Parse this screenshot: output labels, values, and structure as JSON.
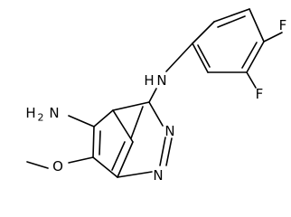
{
  "molecule": {
    "atom_labels": {
      "F_top": "F",
      "F_right": "F",
      "NH_linker_N": "N",
      "NH_linker_H": "H",
      "H2N_H": "H",
      "H2N_sub": "2",
      "H2N_N": "N",
      "O_methoxy": "O",
      "N_ring_upper": "N",
      "N_ring_lower": "N"
    }
  }
}
